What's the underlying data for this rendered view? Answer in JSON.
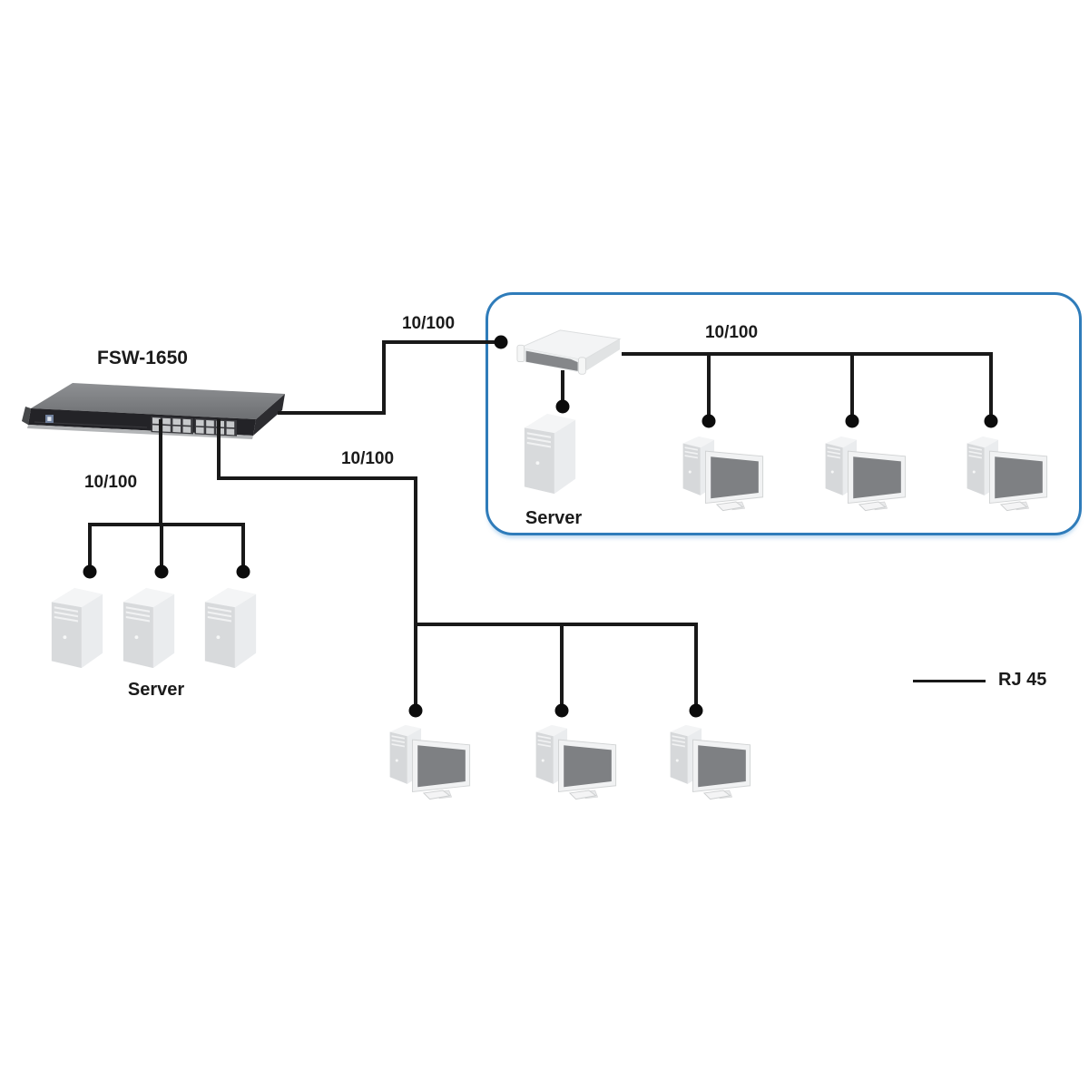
{
  "diagram": {
    "switch": {
      "model": "FSW-1650"
    },
    "links": {
      "uplink_label": "10/100",
      "left_branch_label": "10/100",
      "bottom_branch_label": "10/100",
      "box_branch_label": "10/100"
    },
    "left_server_group": {
      "label": "Server",
      "count": 3
    },
    "workgroup_box": {
      "server_label": "Server",
      "workstation_count": 3,
      "border_color": "#2f7cba"
    },
    "bottom_workstation_group": {
      "count": 3
    },
    "legend": {
      "cable_label": "RJ 45"
    },
    "colors": {
      "cable": "#191919",
      "text": "#1b1b1b"
    }
  }
}
